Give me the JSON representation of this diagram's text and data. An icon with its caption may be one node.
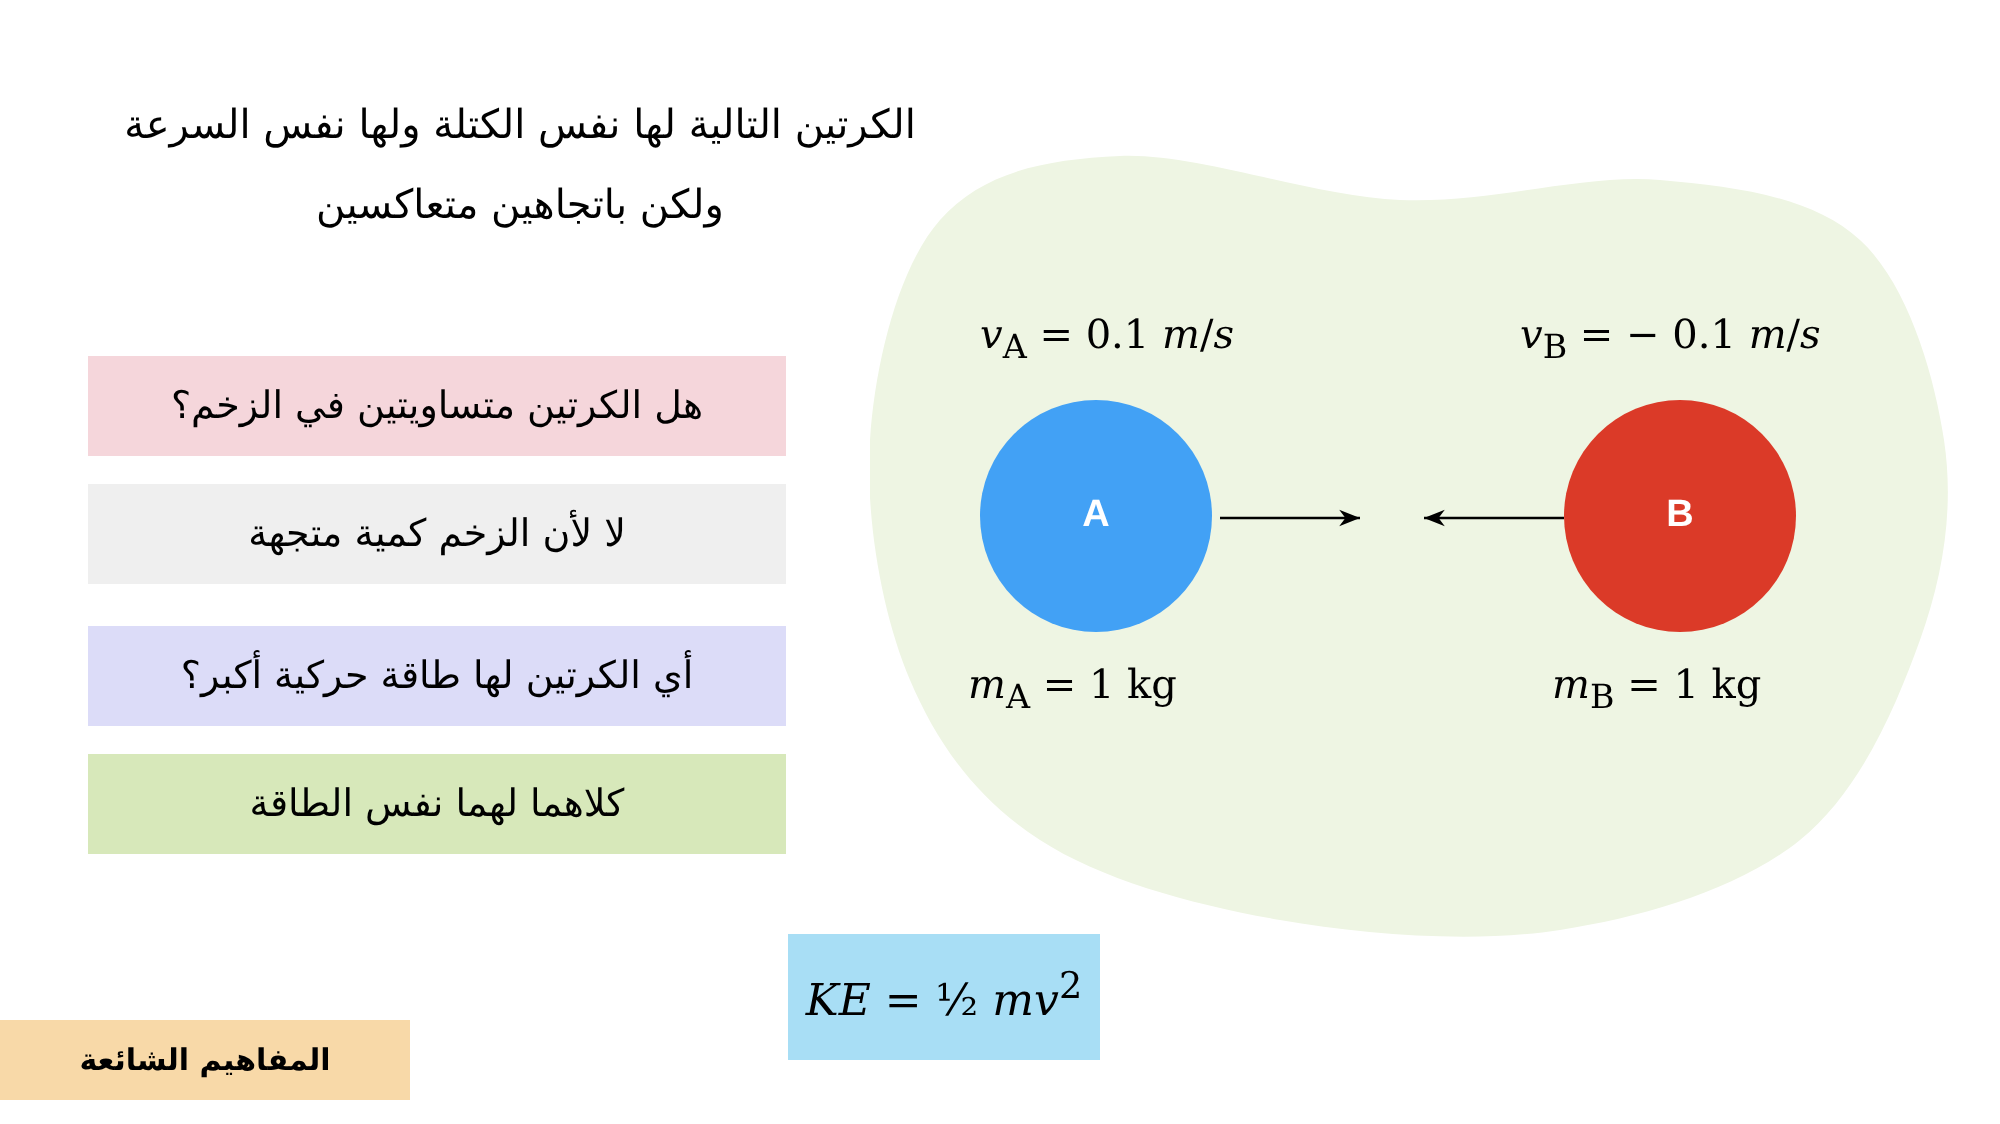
{
  "diagram": {
    "title": "الكرتين التالية لها نفس الكتلة ولها نفس السرعة ولكن باتجاهين متعاكسين",
    "nodes": [
      {
        "text": [
          "هل الكرتين متساويتين في الزخم؟"
        ]
      },
      {
        "text": [
          "لا لأن الزخم كمية متجهة"
        ]
      },
      {
        "text": [
          "أي الكرتين لها طاقة حركية أكبر؟"
        ]
      },
      {
        "text": [
          "كلاهما لهما نفس الطاقة"
        ]
      },
      {
        "text": [],
        "shape": "blob"
      },
      {
        "text": [
          "A"
        ],
        "in": 4,
        "beside": [
          "*v*$_{A}$ = 0.1 *m*/*s*",
          "*m*$_{A}$ = 1 kg"
        ]
      },
      {
        "text": [
          "B"
        ],
        "in": 4,
        "beside": [
          "*v*$_{B}$ = − 0.1 *m*/*s*",
          "*m*$_{B}$ = 1 kg"
        ]
      },
      {
        "text": [
          "*KE* = ½ *mv*$^{2}$"
        ]
      },
      {
        "text": [
          "المفاهيم الشائعة"
        ]
      }
    ]
  }
}
